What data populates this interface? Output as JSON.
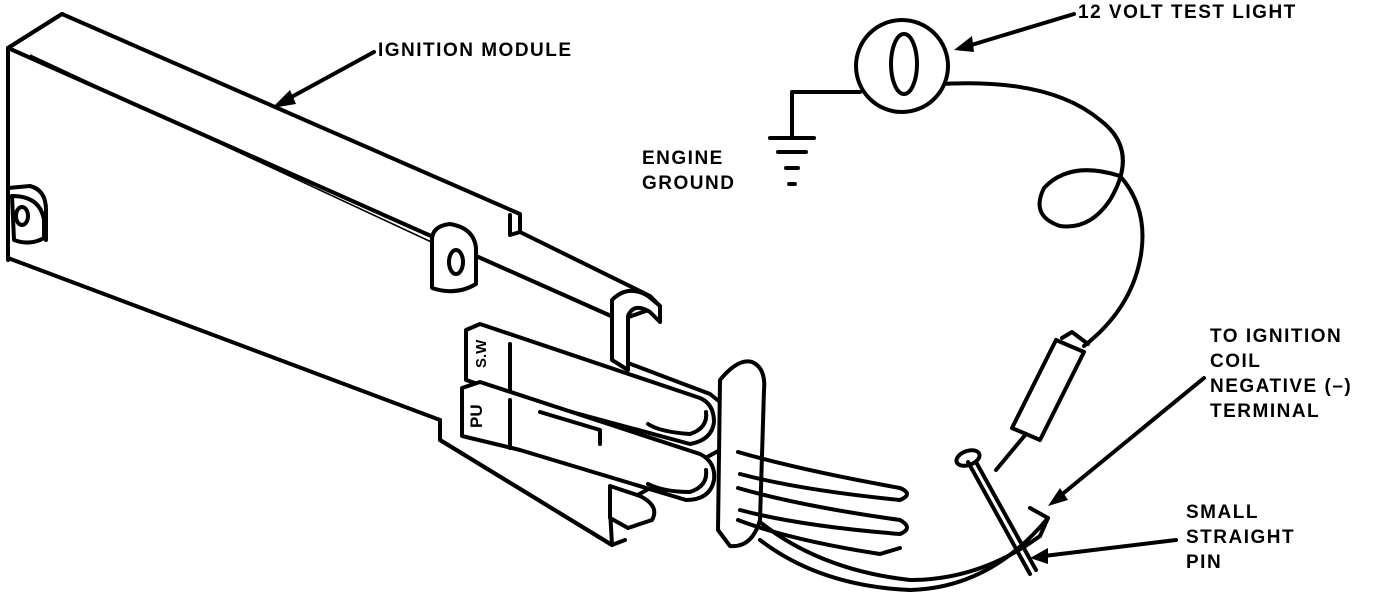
{
  "labels": {
    "ignition_module": "IGNITION MODULE",
    "test_light": "12 VOLT TEST LIGHT",
    "engine_ground": [
      "ENGINE",
      "GROUND"
    ],
    "coil_terminal": [
      "TO IGNITION",
      "COIL",
      "NEGATIVE (–)",
      "TERMINAL"
    ],
    "pin": [
      "SMALL",
      "STRAIGHT",
      "PIN"
    ]
  },
  "connector_marks": [
    "S.W",
    "PU"
  ]
}
